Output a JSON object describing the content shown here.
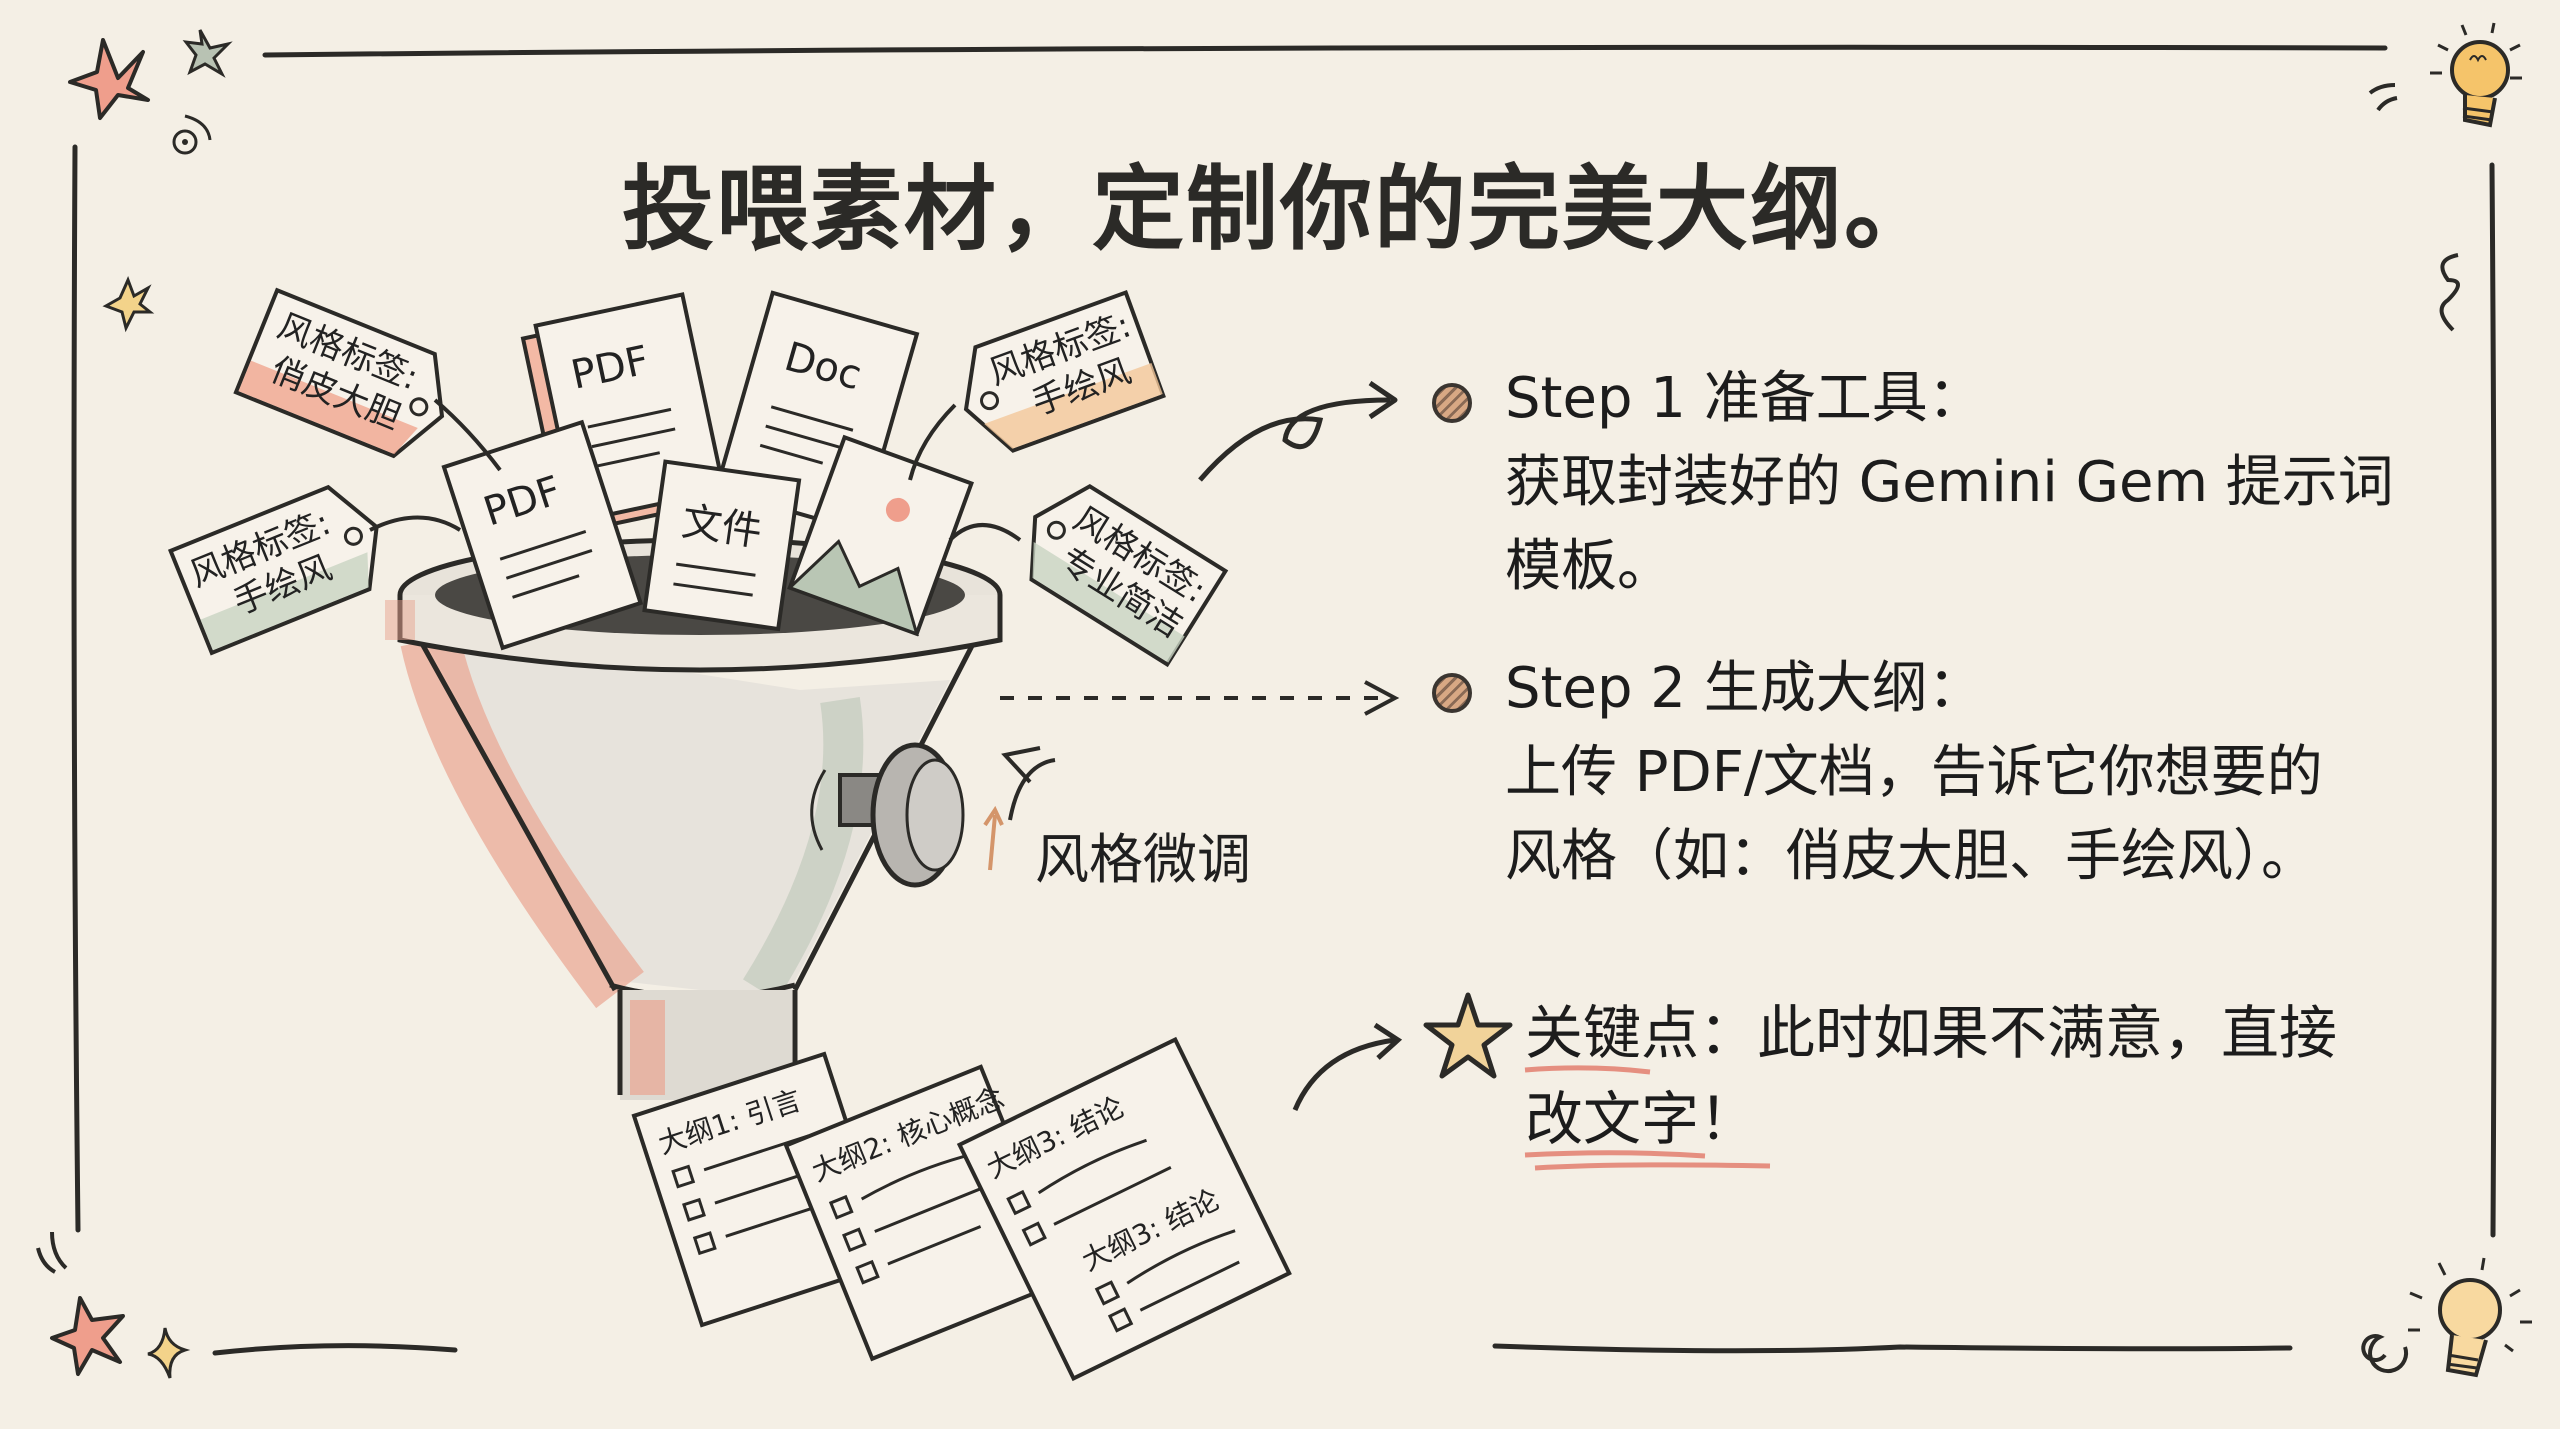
{
  "title": "投喂素材，定制你的完美大纲。",
  "steps": [
    {
      "heading": "Step 1 准备工具：",
      "lines": [
        "获取封装好的 Gemini Gem 提示词",
        "模板。"
      ]
    },
    {
      "heading": "Step 2 生成大纲：",
      "lines": [
        "上传 PDF/文档，告诉它你想要的",
        "风格（如：俏皮大胆、手绘风）。"
      ]
    }
  ],
  "key_point": {
    "label": "关键点",
    "text_line1": "关键点：此时如果不满意，直接",
    "text_line2": "改文字！"
  },
  "illustration": {
    "tags": [
      {
        "line1": "风格标签:",
        "line2": "俏皮大胆",
        "color": "#f0a58e"
      },
      {
        "line1": "风格标签:",
        "line2": "手绘风",
        "color": "#f2c79a"
      },
      {
        "line1": "风格标签:",
        "line2": "手绘风",
        "color": "#c8d3c2"
      },
      {
        "line1": "风格标签:",
        "line2": "专业简洁",
        "color": "#c8d3c2"
      }
    ],
    "documents": [
      "PDF",
      "Doc",
      "PDF",
      "文件"
    ],
    "knob_label": "风格微调",
    "outlines": [
      "大纲1: 引言",
      "大纲2: 核心概念",
      "大纲3: 结论",
      "大纲3: 结论"
    ]
  },
  "colors": {
    "background": "#f4efe5",
    "ink": "#2b2a27",
    "accent_red": "#ec8a78",
    "accent_yellow": "#f3c56a",
    "accent_green": "#b9c6b4"
  }
}
